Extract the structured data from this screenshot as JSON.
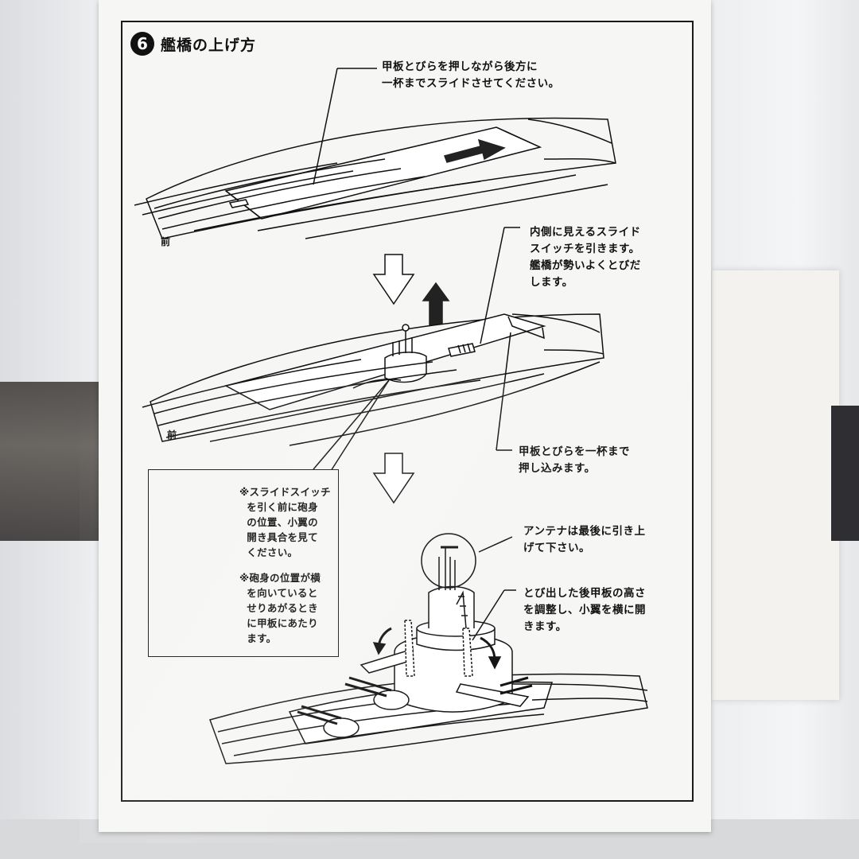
{
  "sheet": {
    "step_number": "6",
    "title": "艦橋の上げ方",
    "note_slide_deck": "甲板とびらを押しながら後方に\n一杯までスライドさせてください。",
    "label_front_1": "前",
    "note_slide_switch": "内側に見えるスライド\nスイッチを引きます。\n艦橋が勢いよくとびだ\nします。",
    "label_front_2": "前",
    "note_push_deck": "甲板とびらを一杯まで\n押し込みます。",
    "inset_note_1": "※スライドスイッチ\n  を引く前に砲身\n  の位置、小翼の\n  開き具合を見て\n  ください。",
    "inset_note_2": "※砲身の位置が横\n  を向いていると\n  せりあがるとき\n  に甲板にあたり\n  ます。",
    "note_antenna": "アンテナは最後に引き上\nげて下さい。",
    "note_rear_deck": "とび出した後甲板の高さ\nを調整し、小翼を横に開\nきます。"
  },
  "icons": {
    "arrow_right": "arrow-right-icon",
    "arrow_up": "arrow-up-icon",
    "arrow_down": "arrow-down-outline-icon",
    "rotate_left": "rotate-left-icon",
    "rotate_right": "rotate-right-icon"
  },
  "colors": {
    "ink": "#111111",
    "paper": "#f6f6f4",
    "background": "#e9eaec"
  }
}
